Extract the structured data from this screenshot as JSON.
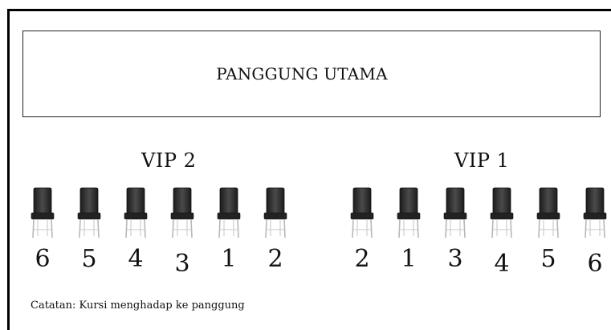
{
  "stage": {
    "label": "PANGGUNG UTAMA"
  },
  "sections": [
    {
      "title": "VIP 2",
      "seats": [
        "6",
        "5",
        "4",
        "3",
        "1",
        "2"
      ]
    },
    {
      "title": "VIP 1",
      "seats": [
        "2",
        "1",
        "3",
        "4",
        "5",
        "6"
      ]
    }
  ],
  "note": "Catatan: Kursi menghadap ke panggung",
  "icons": {
    "chair": "chair-icon"
  },
  "colors": {
    "chair_body": "#2a2a2a",
    "chair_legs": "#b8b8b8",
    "border": "#000000"
  }
}
